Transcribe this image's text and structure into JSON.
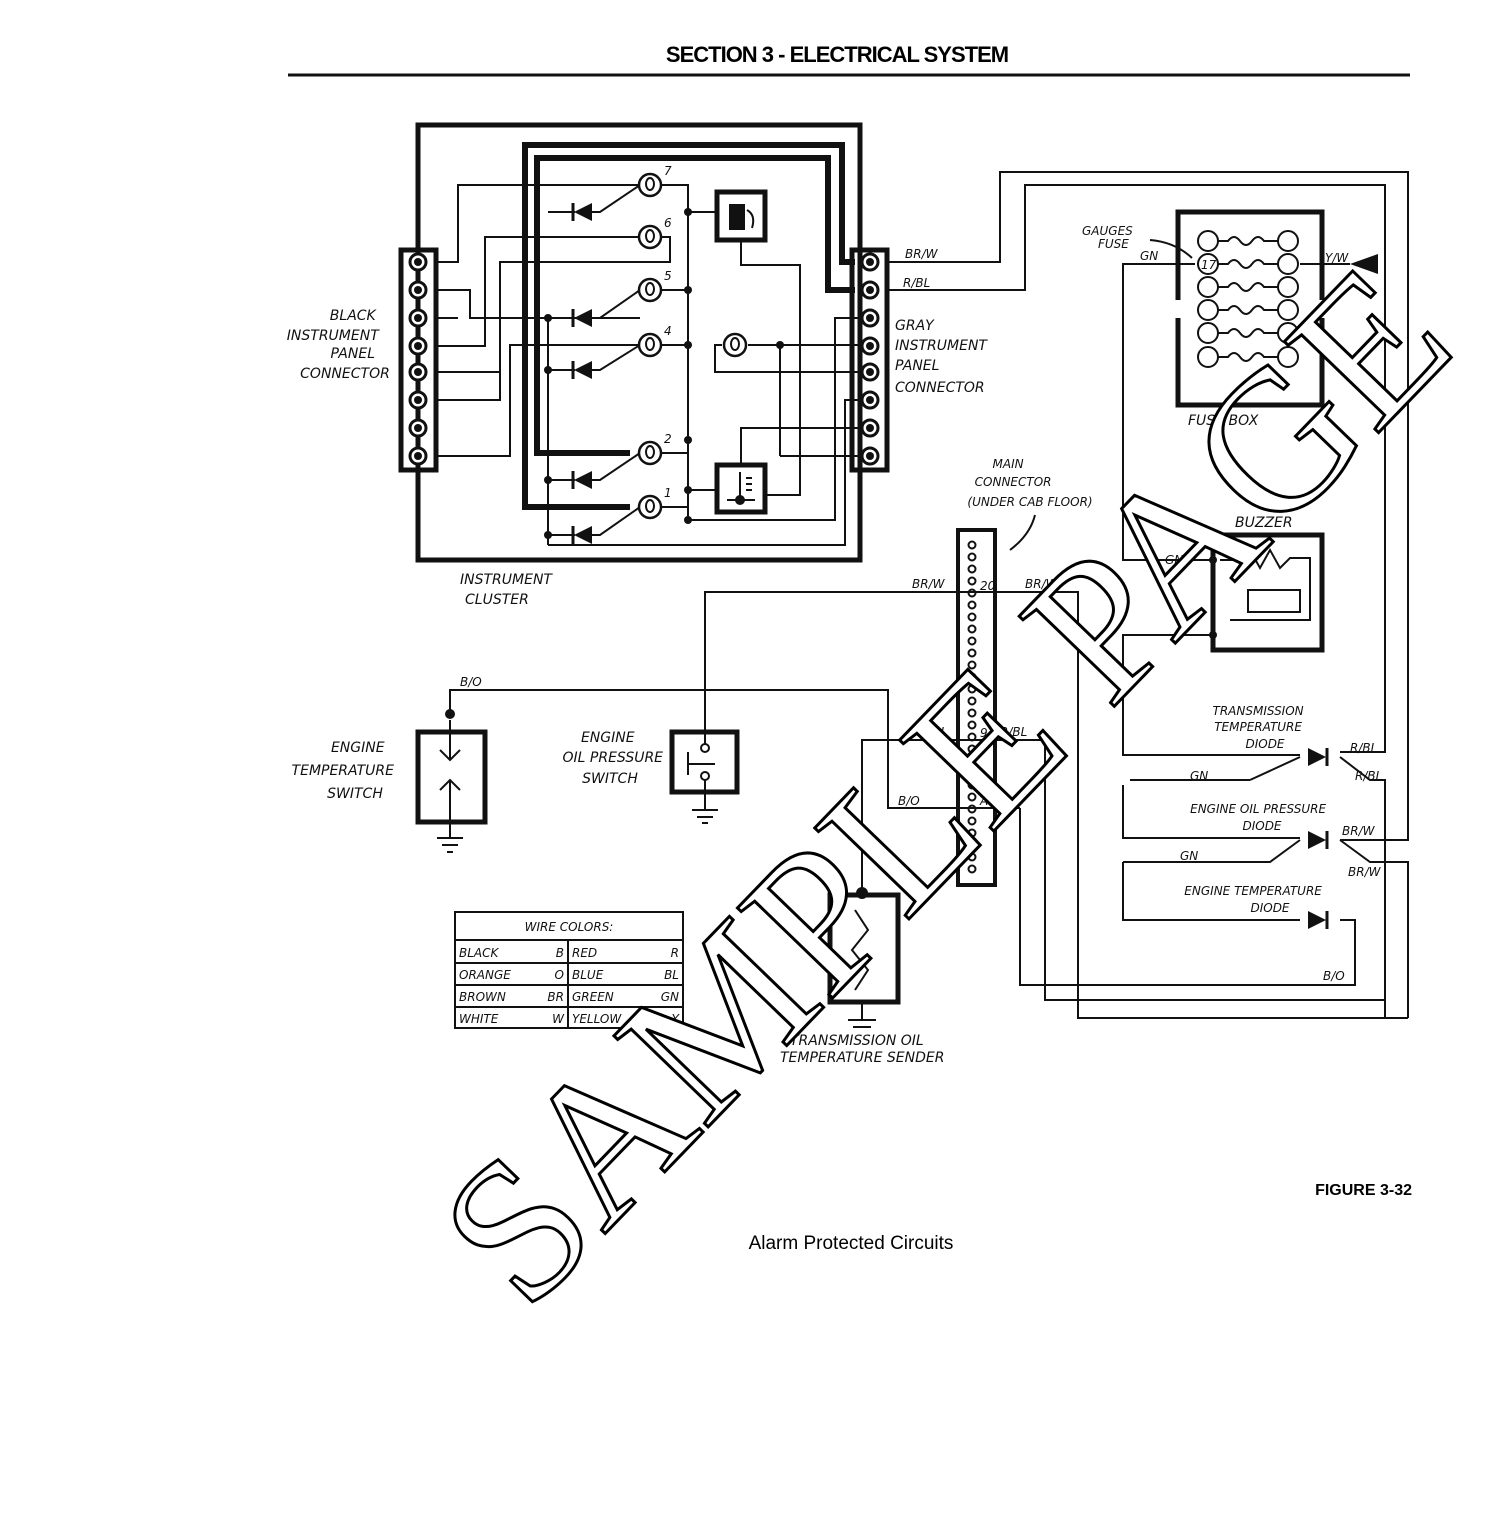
{
  "header": {
    "title": "SECTION 3 - ELECTRICAL SYSTEM"
  },
  "labels": {
    "black_connector": [
      "BLACK",
      "INSTRUMENT",
      "PANEL",
      "CONNECTOR"
    ],
    "gray_connector": [
      "GRAY",
      "INSTRUMENT",
      "PANEL",
      "CONNECTOR"
    ],
    "instrument_cluster": [
      "INSTRUMENT",
      "CLUSTER"
    ],
    "main_connector": [
      "MAIN",
      "CONNECTOR",
      "(UNDER CAB FLOOR)"
    ],
    "gauges_fuse": [
      "GAUGES",
      "FUSE"
    ],
    "fuse_box": "FUSE BOX",
    "fuse_number": "17",
    "buzzer": "BUZZER",
    "engine_temp_switch": [
      "ENGINE",
      "TEMPERATURE",
      "SWITCH"
    ],
    "engine_oil_switch": [
      "ENGINE",
      "OIL PRESSURE",
      "SWITCH"
    ],
    "trans_sender": [
      "TRANSMISSION OIL",
      "TEMPERATURE SENDER"
    ],
    "trans_diode": [
      "TRANSMISSION",
      "TEMPERATURE",
      "DIODE"
    ],
    "oil_diode": [
      "ENGINE OIL PRESSURE",
      "DIODE"
    ],
    "temp_diode": [
      "ENGINE TEMPERATURE",
      "DIODE"
    ],
    "lamp_numbers": [
      "7",
      "6",
      "5",
      "4",
      "2",
      "1"
    ],
    "pins": {
      "p20": "20",
      "p9": "9",
      "pA": "A"
    }
  },
  "wires": {
    "brw": "BR/W",
    "rbl": "R/BL",
    "gn": "GN",
    "yw": "Y/W",
    "bo": "B/O"
  },
  "wire_colors": {
    "title": "WIRE COLORS:",
    "rows": [
      [
        {
          "name": "BLACK",
          "code": "B"
        },
        {
          "name": "RED",
          "code": "R"
        }
      ],
      [
        {
          "name": "ORANGE",
          "code": "O"
        },
        {
          "name": "BLUE",
          "code": "BL"
        }
      ],
      [
        {
          "name": "BROWN",
          "code": "BR"
        },
        {
          "name": "GREEN",
          "code": "GN"
        }
      ],
      [
        {
          "name": "WHITE",
          "code": "W"
        },
        {
          "name": "YELLOW",
          "code": "Y"
        }
      ]
    ]
  },
  "watermark": "SAMPLE PAGE",
  "figure": {
    "number": "FIGURE 3-32",
    "caption": "Alarm Protected Circuits"
  }
}
